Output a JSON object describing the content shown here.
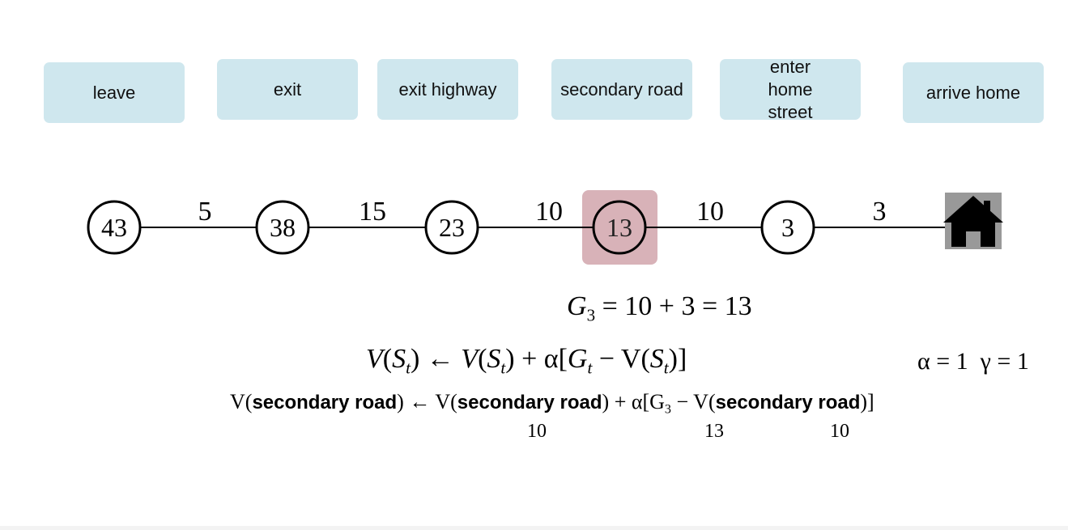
{
  "segments": [
    {
      "label": "leave"
    },
    {
      "label": "exit"
    },
    {
      "label": "exit highway"
    },
    {
      "label": "secondary road"
    },
    {
      "label": "enter home street"
    },
    {
      "label": "arrive home"
    }
  ],
  "states": [
    {
      "value": "43",
      "highlighted": false
    },
    {
      "value": "38",
      "highlighted": false
    },
    {
      "value": "23",
      "highlighted": false
    },
    {
      "value": "13",
      "highlighted": true
    },
    {
      "value": "3",
      "highlighted": false
    }
  ],
  "edge_costs": [
    "5",
    "15",
    "10",
    "10",
    "3"
  ],
  "goal": {
    "icon": "house-icon"
  },
  "colors": {
    "box_fill": "#cfe7ee",
    "highlight_fill": "#d8b2b8",
    "house_bg": "#999999"
  },
  "equations": {
    "return": {
      "symbol": "G",
      "subscript": "3",
      "expression": "= 10 + 3 = 13"
    },
    "td_rule": {
      "lhs_v": "V",
      "lhs_arg": "S",
      "lhs_sub": "t",
      "arrow": "←",
      "rhs_v": "V",
      "rhs_arg": "S",
      "rhs_sub": "t",
      "plus_alpha": "+ α[",
      "g": "G",
      "g_sub": "t",
      "minus_v": "− V",
      "minus_arg": "S",
      "minus_sub": "t",
      "close": ")]"
    },
    "params": {
      "alpha": "α = 1",
      "gamma": "γ = 1"
    },
    "instance": {
      "v1": "V(",
      "state1": "secondary road",
      "mid1": ") ← V(",
      "state2": "secondary road",
      "mid2": ") + α[G",
      "g_sub": "3",
      "mid3": " − V(",
      "state3": "secondary road",
      "close": ")]",
      "under_values": [
        "10",
        "13",
        "10"
      ]
    }
  }
}
